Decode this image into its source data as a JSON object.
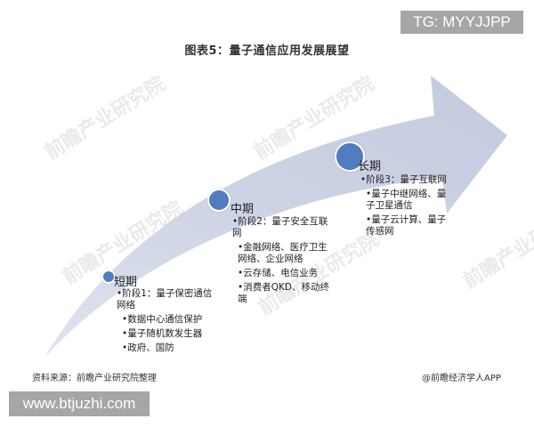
{
  "header": {
    "title": "图表5：量子通信应用发展展望",
    "tag": "TG: MYYJJPP"
  },
  "diagram": {
    "arrow_color": "#c9d0e2",
    "dot_color": "#4f7dbf",
    "watermark": "前瞻产业研究院",
    "stages": [
      {
        "label": "短期",
        "main": "阶段1：量子保密通信网络",
        "items": [
          "数据中心通信保护",
          "量子随机数发生器",
          "政府、国防"
        ]
      },
      {
        "label": "中期",
        "main": "阶段2：量子安全互联网",
        "items": [
          "金融网络、医疗卫生网络、企业网络",
          "云存储、电信业务",
          "消费者QKD、移动终端"
        ]
      },
      {
        "label": "长期",
        "main": "阶段3：量子互联网",
        "items": [
          "量子中继网络、量子卫星通信",
          "量子云计算、量子传感网"
        ]
      }
    ]
  },
  "footer": {
    "source": "资料来源：前瞻产业研究院整理",
    "credit": "@前瞻经济学人APP",
    "site": "www.btjuzhi.com"
  }
}
